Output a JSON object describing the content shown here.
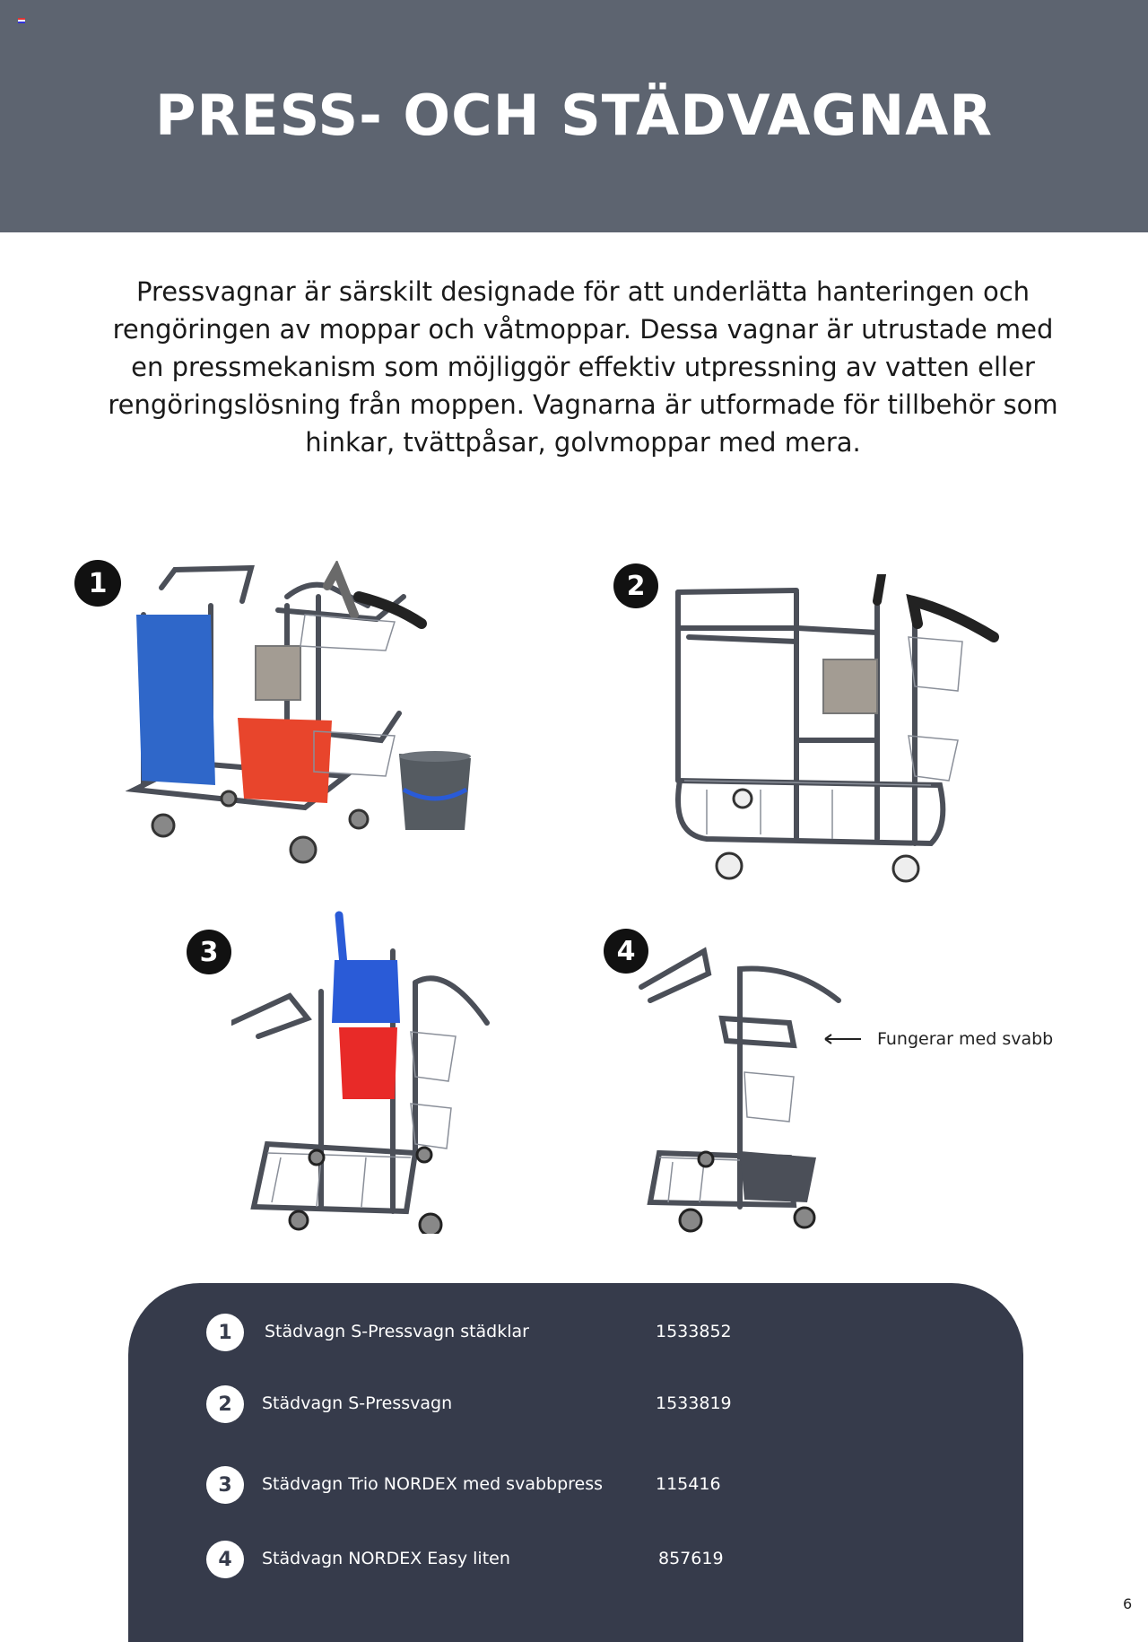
{
  "header": {
    "title": "PRESS- OCH STÄDVAGNAR"
  },
  "intro": "Pressvagnar är särskilt designade för att underlätta hanteringen och rengöringen av moppar och våtmoppar. Dessa vagnar är utrustade med en pressmekanism som möjliggör effektiv utpressning av vatten eller rengöringslösning från moppen. Vagnarna är utformade för tillbehör som hinkar, tvättpåsar, golvmoppar med mera.",
  "products": [
    {
      "badge": "1"
    },
    {
      "badge": "2"
    },
    {
      "badge": "3"
    },
    {
      "badge": "4",
      "annotation": "Fungerar med svabb"
    }
  ],
  "table": {
    "rows": [
      {
        "num": "1",
        "name": "Städvagn S-Pressvagn städklar",
        "code": "1533852"
      },
      {
        "num": "2",
        "name": "Städvagn S-Pressvagn",
        "code": "1533819"
      },
      {
        "num": "3",
        "name": "Städvagn Trio NORDEX med svabbpress",
        "code": "115416"
      },
      {
        "num": "4",
        "name": "Städvagn NORDEX Easy liten",
        "code": "857619"
      }
    ]
  },
  "page_number": "6",
  "colors": {
    "header_bg": "#5d6470",
    "panel_bg": "#363b4b",
    "frame": "#4b4f58",
    "bag_blue": "#2f67c9",
    "bucket_red": "#e8452c",
    "press_blue": "#2a5bd7"
  }
}
